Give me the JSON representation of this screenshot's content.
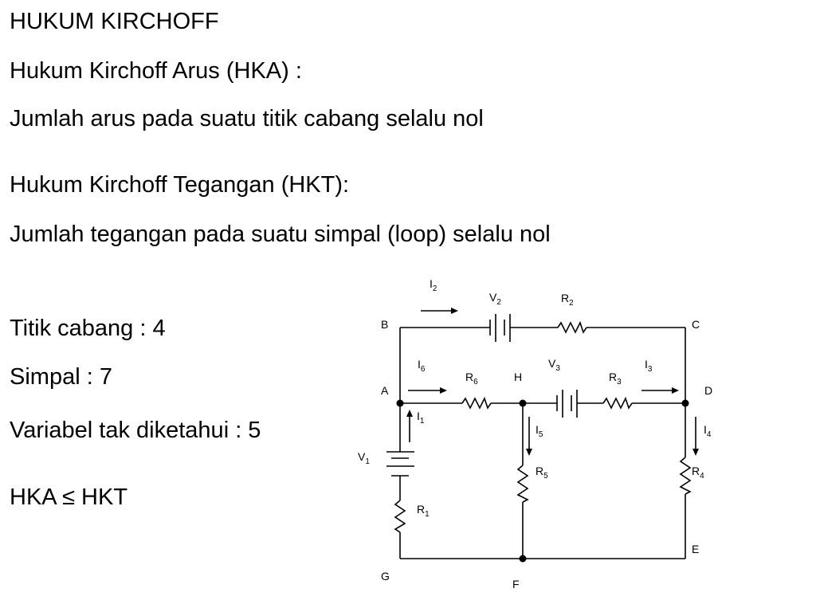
{
  "title": "HUKUM KIRCHOFF",
  "hka_title": "Hukum Kirchoff Arus (HKA) :",
  "hka_desc": "Jumlah arus pada suatu titik cabang selalu nol",
  "hkt_title": "Hukum Kirchoff Tegangan (HKT):",
  "hkt_desc": "Jumlah tegangan pada suatu simpal (loop) selalu nol",
  "titik_cabang": "Titik cabang : 4",
  "simpal": "Simpal :  7",
  "variabel": "Variabel tak diketahui : 5",
  "relation": "HKA ≤ HKT",
  "circuit": {
    "nodes": {
      "B": "B",
      "C": "C",
      "A": "A",
      "H": "H",
      "D": "D",
      "G": "G",
      "F": "F",
      "E": "E"
    },
    "currents": [
      {
        "base": "I",
        "sub": "2"
      },
      {
        "base": "I",
        "sub": "6"
      },
      {
        "base": "I",
        "sub": "3"
      },
      {
        "base": "I",
        "sub": "1"
      },
      {
        "base": "I",
        "sub": "5"
      },
      {
        "base": "I",
        "sub": "4"
      }
    ],
    "sources": [
      {
        "base": "V",
        "sub": "2"
      },
      {
        "base": "V",
        "sub": "3"
      },
      {
        "base": "V",
        "sub": "1"
      }
    ],
    "resistors": [
      {
        "base": "R",
        "sub": "2"
      },
      {
        "base": "R",
        "sub": "6"
      },
      {
        "base": "R",
        "sub": "3"
      },
      {
        "base": "R",
        "sub": "5"
      },
      {
        "base": "R",
        "sub": "4"
      },
      {
        "base": "R",
        "sub": "1"
      }
    ]
  }
}
